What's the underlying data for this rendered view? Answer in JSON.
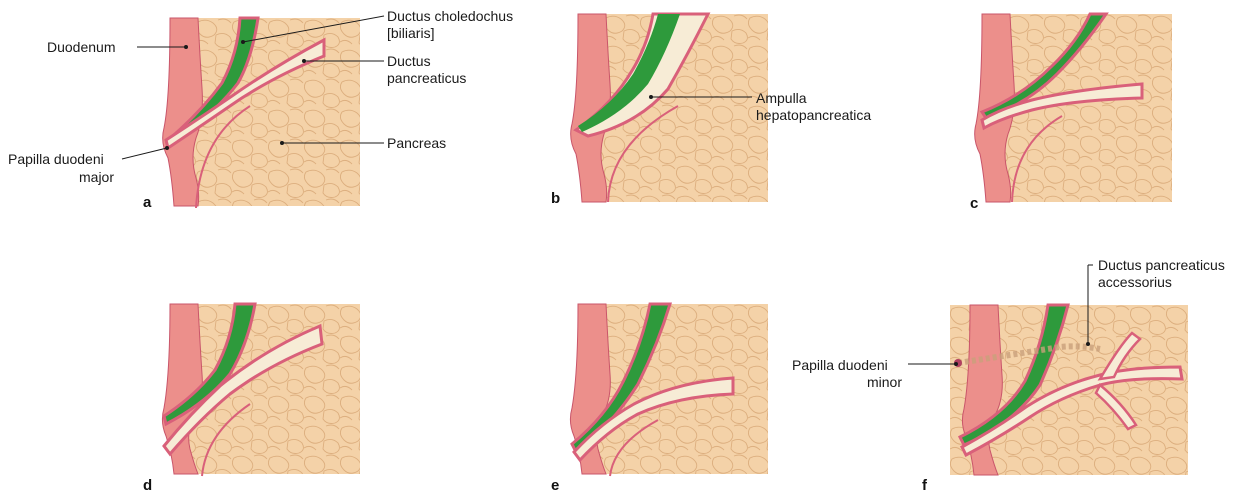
{
  "colors": {
    "pancreas": "#f4d2a8",
    "duodenum_wall": "#ec8f8b",
    "duct_wall": "#d9607a",
    "bile": "#2e9a3c",
    "lumen": "#f7ecd6",
    "leader": "#1a1a1a"
  },
  "panels": {
    "a": "a",
    "b": "b",
    "c": "c",
    "d": "d",
    "e": "e",
    "f": "f"
  },
  "labels": {
    "duodenum": "Duodenum",
    "ductus_choledochus_1": "Ductus choledochus",
    "ductus_choledochus_2": "[biliaris]",
    "ductus_pancreaticus_1": "Ductus",
    "ductus_pancreaticus_2": "pancreaticus",
    "pancreas": "Pancreas",
    "papilla_major_1": "Papilla duodeni",
    "papilla_major_2": "major",
    "ampulla_1": "Ampulla",
    "ampulla_2": "hepatopancreatica",
    "accessorius_1": "Ductus pancreaticus",
    "accessorius_2": "accessorius",
    "papilla_minor_1": "Papilla duodeni",
    "papilla_minor_2": "minor"
  }
}
